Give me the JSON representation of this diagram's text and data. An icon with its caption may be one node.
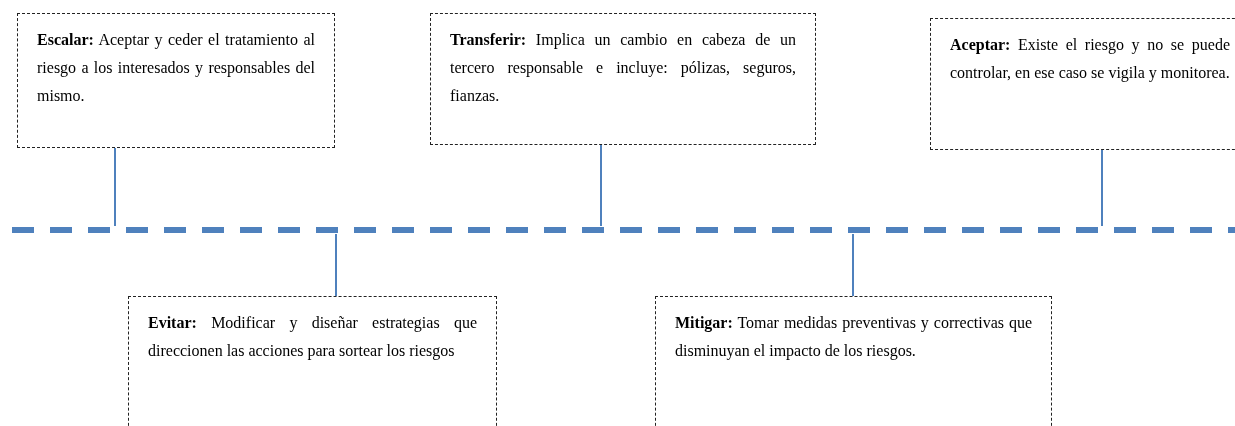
{
  "diagram": {
    "nodes": [
      {
        "text": [
          "**Escalar:** Aceptar y ceder el tratamiento al riesgo a los interesados y responsables del mismo."
        ]
      },
      {
        "text": [
          "**Transferir:** Implica un cambio en cabeza de un tercero responsable e incluye: pólizas, seguros, fianzas."
        ]
      },
      {
        "text": [
          "**Aceptar:** Existe el riesgo y no se puede controlar, en ese caso se vigila y monitorea."
        ]
      },
      {
        "text": [],
        "shape": "bar"
      },
      {
        "text": [
          "**Evitar:** Modificar y diseñar estrategias que direccionen las acciones para sortear los riesgos"
        ]
      },
      {
        "text": [
          "**Mitigar:** Tomar medidas preventivas y correctivas que disminuyan el impacto de los riesgos."
        ]
      }
    ],
    "edges": [
      {
        "from": 0,
        "to": 3,
        "arrow": "none"
      },
      {
        "from": 1,
        "to": 3,
        "arrow": "none"
      },
      {
        "from": 2,
        "to": 3,
        "arrow": "none"
      },
      {
        "from": 4,
        "to": 3,
        "arrow": "none"
      },
      {
        "from": 5,
        "to": 3,
        "arrow": "none"
      }
    ]
  }
}
